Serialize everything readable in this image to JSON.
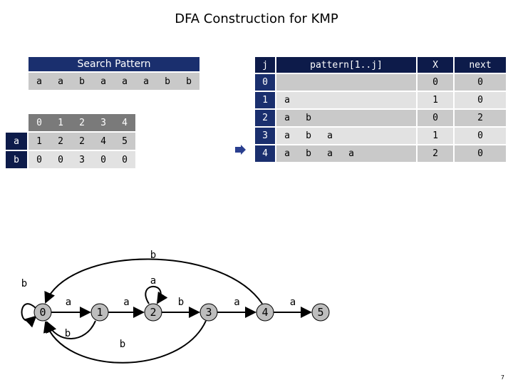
{
  "title": "DFA Construction for KMP",
  "search_pattern": {
    "label": "Search Pattern",
    "chars": [
      "a",
      "a",
      "b",
      "a",
      "a",
      "a",
      "b",
      "b"
    ]
  },
  "dfa_table": {
    "states": [
      "0",
      "1",
      "2",
      "3",
      "4"
    ],
    "rows": [
      {
        "label": "a",
        "values": [
          "1",
          "2",
          "2",
          "4",
          "5"
        ]
      },
      {
        "label": "b",
        "values": [
          "0",
          "0",
          "3",
          "0",
          "0"
        ]
      }
    ]
  },
  "kmp_table": {
    "headers": {
      "j": "j",
      "pattern": "pattern[1..j]",
      "x": "X",
      "next": "next"
    },
    "rows": [
      {
        "j": "0",
        "pattern": [
          "",
          "",
          "",
          ""
        ],
        "x": "0",
        "next": "0"
      },
      {
        "j": "1",
        "pattern": [
          "a",
          "",
          "",
          ""
        ],
        "x": "1",
        "next": "0"
      },
      {
        "j": "2",
        "pattern": [
          "a",
          "b",
          "",
          ""
        ],
        "x": "0",
        "next": "2"
      },
      {
        "j": "3",
        "pattern": [
          "a",
          "b",
          "a",
          ""
        ],
        "x": "1",
        "next": "0"
      },
      {
        "j": "4",
        "pattern": [
          "a",
          "b",
          "a",
          "a"
        ],
        "x": "2",
        "next": "0"
      }
    ],
    "current_row_marker": "4"
  },
  "dfa_diagram": {
    "states": [
      "0",
      "1",
      "2",
      "3",
      "4",
      "5"
    ],
    "forward_labels": [
      "a",
      "a",
      "b",
      "a",
      "a"
    ],
    "self_loop_labels": {
      "s0": "b",
      "s2": "a"
    },
    "back_labels": {
      "b_1_to_0": "b",
      "b_3_to_0": "b",
      "b_4_to_0": "b"
    }
  },
  "page_number": "7"
}
